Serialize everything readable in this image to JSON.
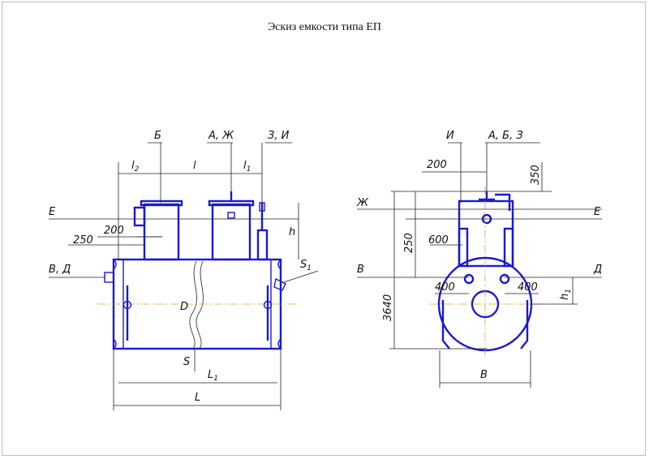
{
  "title": "Эскиз емкости типа ЕП",
  "colors": {
    "tank": "#1a1ad0",
    "axis": "#e0a040",
    "line": "#222222"
  },
  "side_view": {
    "nozzle_b": "Б",
    "nozzle_azh": "А, Ж",
    "nozzle_zi": "З, И",
    "dim_l2": "l",
    "dim_l2_sub": "2",
    "dim_l": "l",
    "dim_l1": "l",
    "dim_l1_sub": "1",
    "level_e": "Е",
    "dim_200": "200",
    "dim_250": "250",
    "dim_h": "h",
    "level_vd": "В, Д",
    "dim_s1": "S",
    "dim_s1_sub": "1",
    "dim_d": "D",
    "dim_s": "S",
    "dim_L1": "L",
    "dim_L1_sub": "1",
    "dim_L": "L"
  },
  "end_view": {
    "nozzle_i": "И",
    "nozzle_abz": "А, Б, З",
    "dim_200": "200",
    "dim_350": "350",
    "level_zh": "Ж",
    "level_e": "Е",
    "dim_250": "250",
    "dim_600": "600",
    "level_v": "В",
    "level_d": "Д",
    "dim_3640": "3640",
    "dim_400_left": "400",
    "dim_400_right": "400",
    "dim_h1": "h",
    "dim_h1_sub": "1",
    "dim_b": "B"
  }
}
